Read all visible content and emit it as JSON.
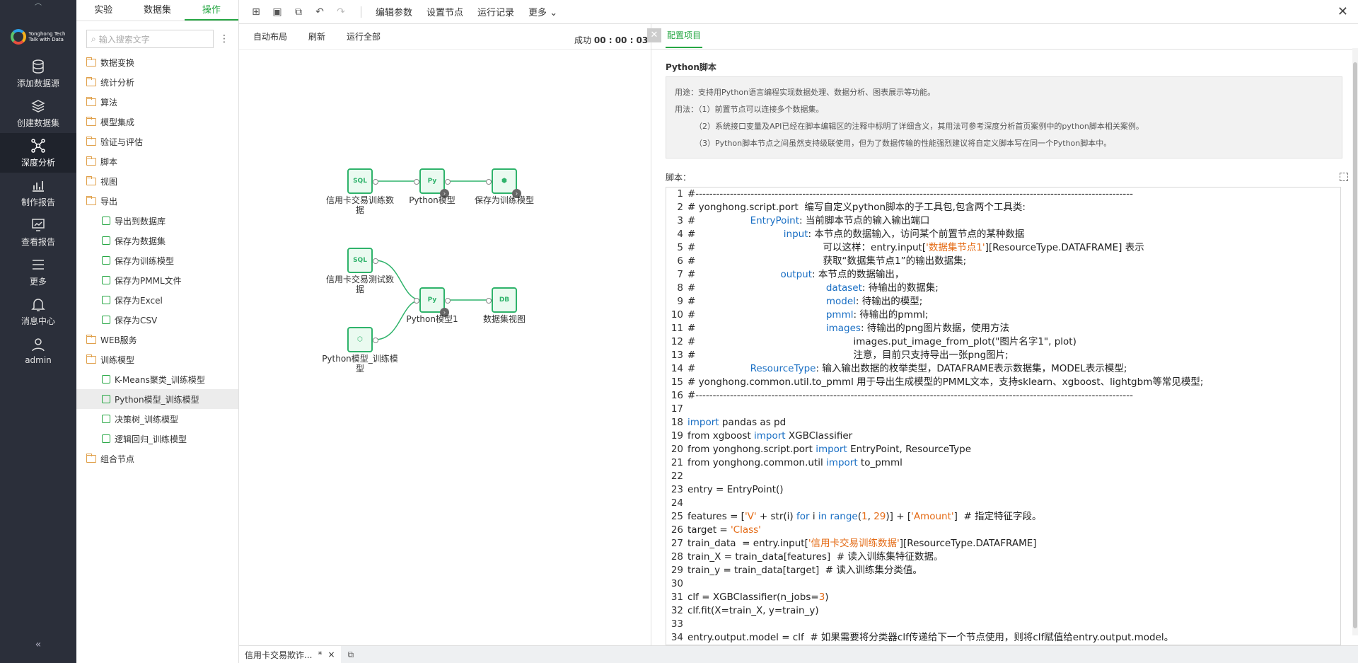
{
  "nav": {
    "logo_text": "Yonghong Tech",
    "logo_sub": "Talk with Data",
    "items": [
      {
        "label": "添加数据源",
        "icon": "database-icon"
      },
      {
        "label": "创建数据集",
        "icon": "layers-icon"
      },
      {
        "label": "深度分析",
        "icon": "network-icon"
      },
      {
        "label": "制作报告",
        "icon": "bar-chart-icon"
      },
      {
        "label": "查看报告",
        "icon": "monitor-chart-icon"
      },
      {
        "label": "更多",
        "icon": "menu-icon"
      },
      {
        "label": "消息中心",
        "icon": "bell-icon"
      },
      {
        "label": "admin",
        "icon": "user-icon"
      }
    ],
    "collapse": "«"
  },
  "panel": {
    "tabs": [
      "实验",
      "数据集",
      "操作"
    ],
    "search_placeholder": "输入搜索文字",
    "tree": [
      {
        "label": "数据变换",
        "type": "folder"
      },
      {
        "label": "统计分析",
        "type": "folder"
      },
      {
        "label": "算法",
        "type": "folder"
      },
      {
        "label": "模型集成",
        "type": "folder"
      },
      {
        "label": "验证与评估",
        "type": "folder"
      },
      {
        "label": "脚本",
        "type": "folder"
      },
      {
        "label": "视图",
        "type": "folder"
      },
      {
        "label": "导出",
        "type": "folder"
      },
      {
        "label": "导出到数据库",
        "type": "leaf"
      },
      {
        "label": "保存为数据集",
        "type": "leaf"
      },
      {
        "label": "保存为训练模型",
        "type": "leaf"
      },
      {
        "label": "保存为PMML文件",
        "type": "leaf"
      },
      {
        "label": "保存为Excel",
        "type": "leaf"
      },
      {
        "label": "保存为CSV",
        "type": "leaf"
      },
      {
        "label": "WEB服务",
        "type": "folder"
      },
      {
        "label": "训练模型",
        "type": "folder"
      },
      {
        "label": "K-Means聚类_训练模型",
        "type": "leaf"
      },
      {
        "label": "Python模型_训练模型",
        "type": "leaf"
      },
      {
        "label": "决策树_训练模型",
        "type": "leaf"
      },
      {
        "label": "逻辑回归_训练模型",
        "type": "leaf"
      },
      {
        "label": "组合节点",
        "type": "folder"
      }
    ]
  },
  "toolbar": {
    "buttons": [
      "编辑参数",
      "设置节点",
      "运行记录",
      "更多"
    ],
    "icons": [
      "new-icon",
      "save-icon",
      "save-as-icon",
      "undo-icon",
      "redo-icon"
    ]
  },
  "canvas": {
    "actions": [
      "自动布局",
      "刷新",
      "运行全部"
    ],
    "status_label": "成功",
    "status_time": "00 : 00 : 03",
    "nodes": [
      {
        "label": "信用卡交易训练数\n据",
        "badge": "SQL"
      },
      {
        "label": "Python模型",
        "badge": "Py"
      },
      {
        "label": "保存为训练模型",
        "badge": "⬢"
      },
      {
        "label": "信用卡交易测试数\n据",
        "badge": "SQL"
      },
      {
        "label": "Python模型1",
        "badge": "Py"
      },
      {
        "label": "数据集视图",
        "badge": "DB"
      },
      {
        "label": "Python模型_训练模\n型",
        "badge": "⬡"
      }
    ]
  },
  "config": {
    "tab": "配置项目",
    "title": "Python脚本",
    "usage": [
      "用途：支持用Python语言编程实现数据处理、数据分析、图表展示等功能。",
      "用法：（1）前置节点可以连接多个数据集。",
      "（2）系统接口变量及API已经在脚本编辑区的注释中标明了详细含义，其用法可参考深度分析首页案例中的python脚本相关案例。",
      "（3）Python脚本节点之间虽然支持级联使用，但为了数据传输的性能强烈建议将自定义脚本写在同一个Python脚本中。"
    ],
    "script_label": "脚本：",
    "code": [
      "#-------------------------------------------------------------------------------------------------------------------------------",
      "# yonghong.script.port  编写自定义python脚本的子工具包,包含两个工具类:",
      "#                  EntryPoint: 当前脚本节点的输入输出端口",
      "#                             input: 本节点的数据输入，访问某个前置节点的某种数据",
      "#                                          可以这样：entry.input['数据集节点1'][ResourceType.DATAFRAME] 表示",
      "#                                          获取“数据集节点1”的输出数据集;",
      "#                            output: 本节点的数据输出，",
      "#                                           dataset: 待输出的数据集;",
      "#                                           model: 待输出的模型;",
      "#                                           pmml: 待输出的pmml;",
      "#                                           images: 待输出的png图片数据，使用方法",
      "#                                                    images.put_image_from_plot(\"图片名字1\", plot)",
      "#                                                    注意，目前只支持导出一张png图片;",
      "#                  ResourceType: 输入输出数据的枚举类型，DATAFRAME表示数据集，MODEL表示模型;",
      "# yonghong.common.util.to_pmml 用于导出生成模型的PMML文本，支持sklearn、xgboost、lightgbm等常见模型;",
      "#-------------------------------------------------------------------------------------------------------------------------------",
      "",
      "import pandas as pd",
      "from xgboost import XGBClassifier",
      "from yonghong.script.port import EntryPoint, ResourceType",
      "from yonghong.common.util import to_pmml",
      "",
      "entry = EntryPoint()",
      "",
      "features = ['V' + str(i) for i in range(1, 29)] + ['Amount']  # 指定特征字段。",
      "target = 'Class'",
      "train_data  = entry.input['信用卡交易训练数据'][ResourceType.DATAFRAME]",
      "train_X = train_data[features]  # 读入训练集特征数据。",
      "train_y = train_data[target]  # 读入训练集分类值。",
      "",
      "clf = XGBClassifier(n_jobs=3)",
      "clf.fit(X=train_X, y=train_y)",
      "",
      "entry.output.model = clf  # 如果需要将分类器clf传递给下一个节点使用，则将clf赋值给entry.output.model。"
    ]
  },
  "bottom": {
    "tab_label": "信用卡交易欺诈...",
    "modified": "*",
    "close": "×"
  },
  "colors": {
    "accent": "#27a744",
    "nav_bg": "#2b2f3a",
    "node_green": "#2fb36b"
  }
}
